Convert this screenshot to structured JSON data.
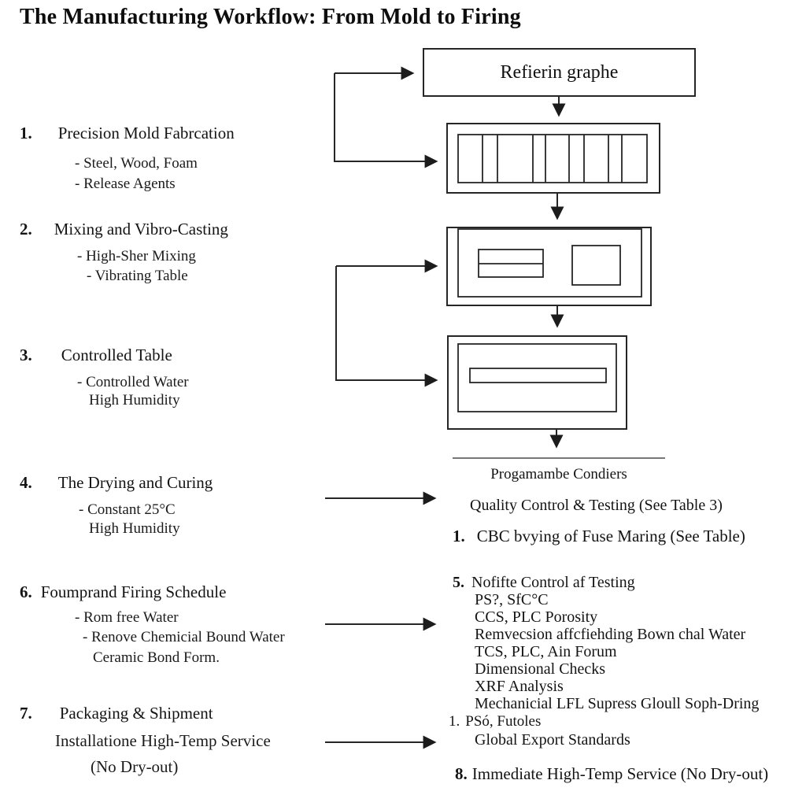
{
  "title": "The Manufacturing Workflow: From Mold to Firing",
  "flowchart": {
    "reference_box_label": "Refierin graphe",
    "diagram_caption": "Progamambe Condiers",
    "boxes": [
      "reference-box",
      "segmented-mold-diagram",
      "casting-table-diagram",
      "drying-chamber-diagram"
    ]
  },
  "left_steps": [
    {
      "number": "1.",
      "heading": "Precision Mold Fabrcation",
      "lines": [
        "- Steel, Wood, Foam",
        "- Release Agents"
      ]
    },
    {
      "number": "2.",
      "heading": "Mixing and Vibro-Casting",
      "lines": [
        "- High-Sher Mixing",
        "- Vibrating Table"
      ]
    },
    {
      "number": "3.",
      "heading": "Controlled Table",
      "lines": [
        "- Controlled Water",
        "High Humidity"
      ]
    },
    {
      "number": "4.",
      "heading": "The Drying and Curing",
      "lines": [
        "- Constant 25°C",
        "High Humidity"
      ]
    },
    {
      "number": "6.",
      "heading": "Foumprand Firing Schedule",
      "lines": [
        "- Rom free Water",
        "- Renove Chemicial Bound Water",
        "Ceramic Bond Form."
      ]
    },
    {
      "number": "7.",
      "heading": "Packaging & Shipment",
      "lines": [
        "Installatione High-Temp Service",
        "(No Dry-out)"
      ]
    }
  ],
  "right_notes": {
    "quality_line": "Quality Control & Testing (See Table 3)",
    "cbc_number": "1.",
    "cbc_line": "CBC bvying of Fuse Maring (See Table)",
    "section5": {
      "number": "5.",
      "heading": "Nofifte Control af Testing",
      "lines": [
        "PS?, SfC°C",
        "CCS, PLC Porosity",
        "Remvecsion affcfiehding Bown chal Water",
        "TCS, PLC, Ain Forum",
        "Dimensional Checks",
        "XRF Analysis",
        "Mechanicial LFL Supress Gloull Soph-Dring"
      ]
    },
    "futoles_number": "1.",
    "futoles_line": "PSó, Futoles",
    "global_line": "Global Export Standards",
    "item8_number": "8.",
    "item8_line": "Immediate High-Temp Service (No Dry-out)"
  }
}
